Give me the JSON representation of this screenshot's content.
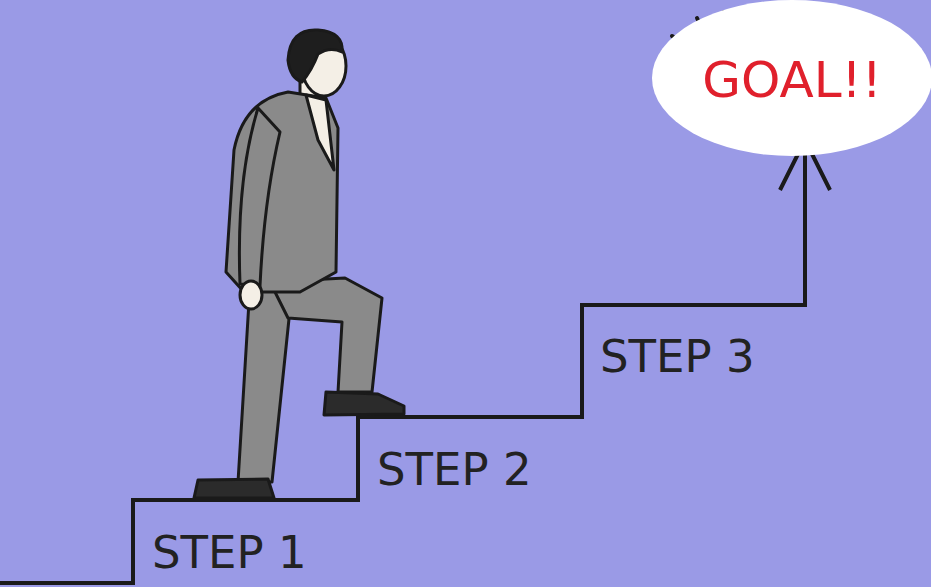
{
  "diagram": {
    "nodes": [
      {
        "text": [
          "GOAL!!"
        ]
      }
    ],
    "labels": [
      "STEP 1",
      "STEP 2",
      "STEP 3"
    ]
  }
}
